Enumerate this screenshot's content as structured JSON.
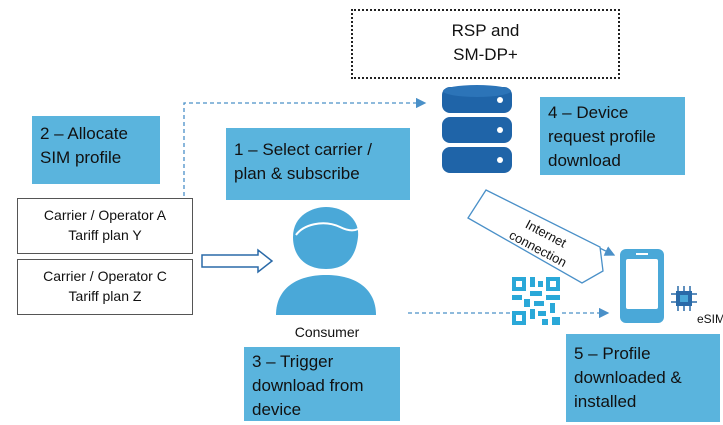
{
  "rsp_label": [
    "RSP and",
    "SM-DP+"
  ],
  "steps": {
    "step1": [
      "1 – Select carrier /",
      "plan & subscribe"
    ],
    "step2": [
      "2 – Allocate",
      "SIM profile"
    ],
    "step3": [
      "3 – Trigger",
      "download from",
      "device"
    ],
    "step4": [
      "4 – Device",
      "request profile",
      "download"
    ],
    "step5": [
      "5 – Profile",
      "downloaded &",
      "installed"
    ]
  },
  "operators": [
    {
      "line1": "Carrier / Operator A",
      "line2": "Tariff plan Y"
    },
    {
      "line1": "Carrier / Operator C",
      "line2": "Tariff plan Z"
    }
  ],
  "consumer_label": "Consumer",
  "internet_label": [
    "Internet",
    "connection"
  ],
  "esim_label": "eSIM",
  "colors": {
    "accent": "#5ab4dd",
    "icon": "#4aa8d8",
    "server": "#1f64a8"
  }
}
